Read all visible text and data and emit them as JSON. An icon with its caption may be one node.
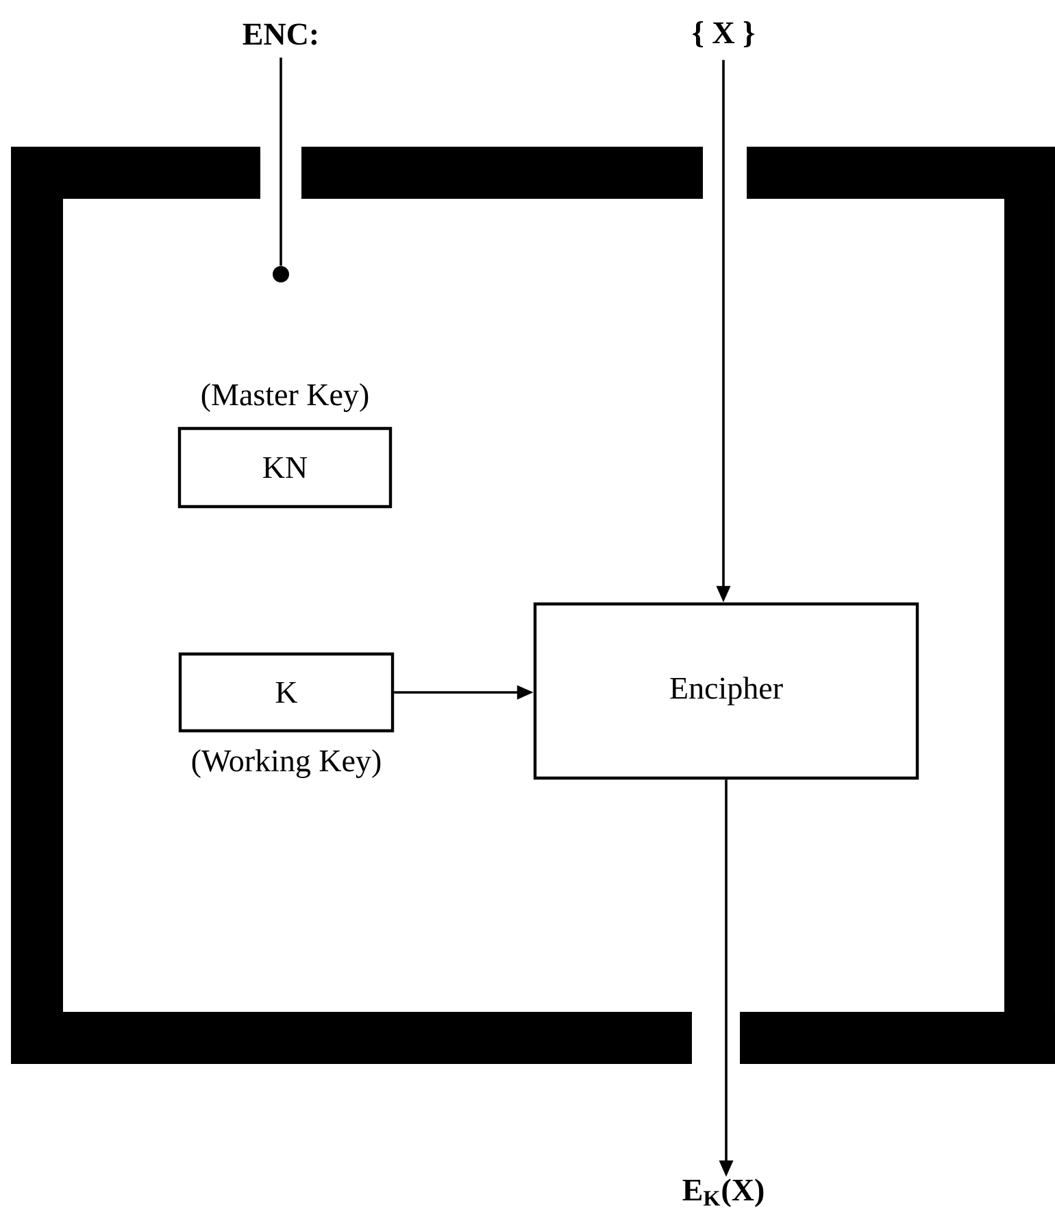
{
  "diagram": {
    "nodes": [
      {
        "text": [
          "ENC:"
        ]
      },
      {
        "text": [
          "{ X }"
        ]
      },
      {
        "text": [],
        "shape": "box"
      },
      {
        "text": [],
        "shape": "circle",
        "in": 2
      },
      {
        "text": [
          "(Master Key)",
          "KN"
        ],
        "in": 2
      },
      {
        "text": [
          "K",
          "(Working Key)"
        ],
        "in": 2
      },
      {
        "text": [
          "Encipher"
        ],
        "in": 2
      },
      {
        "text": [
          "E$_{K}$(X)"
        ]
      }
    ],
    "edges": [
      {
        "from": 0,
        "to": 3,
        "arrow": "none"
      },
      {
        "from": 1,
        "to": 6,
        "arrow": "to"
      },
      {
        "from": 5,
        "to": 6,
        "arrow": "to"
      },
      {
        "from": 6,
        "to": 7,
        "arrow": "to"
      }
    ]
  }
}
